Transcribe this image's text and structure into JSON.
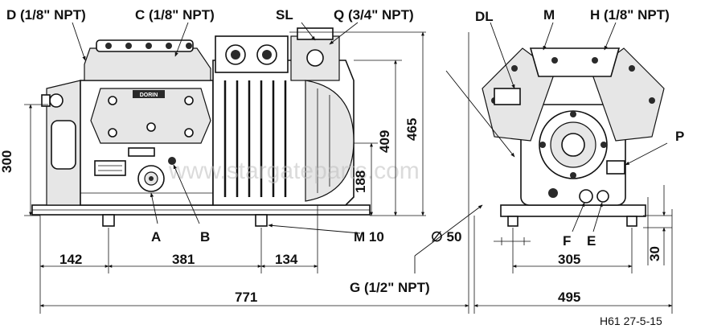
{
  "labels": {
    "d": "D (1/8\" NPT)",
    "c": "C (1/8\" NPT)",
    "sl": "SL",
    "q": "Q (3/4\" NPT)",
    "dl": "DL",
    "m": "M",
    "h": "H (1/8\" NPT)",
    "a": "A",
    "b": "B",
    "p": "P",
    "f": "F",
    "e": "E",
    "g": "G (1/2\" NPT)",
    "m10": "M 10",
    "diam": "∅ 50"
  },
  "dimensions": {
    "h300": "300",
    "h409": "409",
    "h465": "465",
    "h188": "188",
    "h30": "30",
    "w142": "142",
    "w381": "381",
    "w134": "134",
    "w771": "771",
    "w305": "305",
    "w495": "495"
  },
  "watermark": "www.stargateparts.com",
  "brand": "DORIN",
  "drawing_code": "H61 27-5-15"
}
